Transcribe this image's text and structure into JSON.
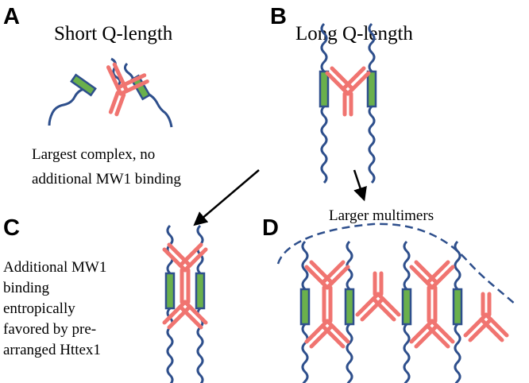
{
  "panels": {
    "a": {
      "letter": "A",
      "title": "Short Q-length",
      "caption_lines": [
        "Largest complex, no",
        "additional MW1 binding"
      ]
    },
    "b": {
      "letter": "B",
      "title": "Long Q-length"
    },
    "c": {
      "letter": "C",
      "caption_lines": [
        "Additional MW1",
        "binding",
        "entropically",
        "favored by pre-",
        "arranged Httex1"
      ]
    },
    "d": {
      "letter": "D",
      "title": "Larger multimers"
    }
  },
  "colors": {
    "antibody": "#f07470",
    "antibody_edge": "#d9534f",
    "polyq": "#6ab04c",
    "chain": "#2e4f8c",
    "arrow": "#000000"
  },
  "icons": [
    "mw1-antibody-icon",
    "httex1-chain-icon",
    "polyq-segment-icon",
    "arrow-icon"
  ]
}
